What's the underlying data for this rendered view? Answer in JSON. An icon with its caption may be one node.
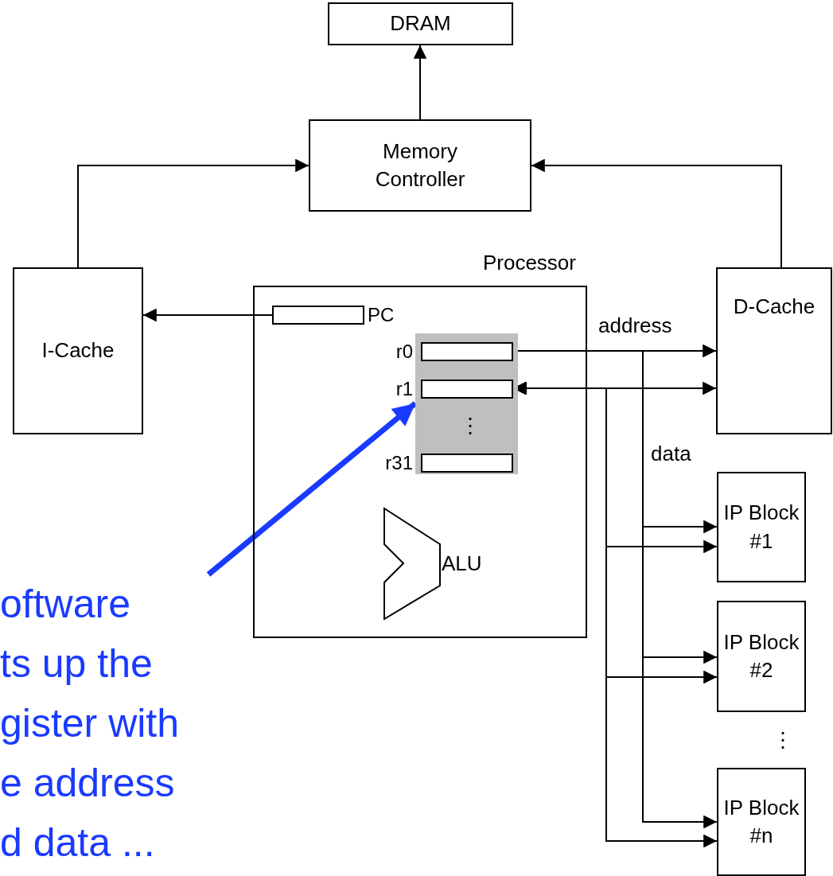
{
  "diagram": {
    "nodes": [
      {
        "text": [
          "DRAM"
        ]
      },
      {
        "text": [
          "Memory Controller"
        ]
      },
      {
        "text": [
          "I-Cache"
        ]
      },
      {
        "text": [
          "Processor"
        ]
      },
      {
        "text": [
          "PC"
        ],
        "in": 3
      },
      {
        "text": [],
        "shape": "box",
        "in": 3
      },
      {
        "text": [
          "r0"
        ],
        "in": 5
      },
      {
        "text": [
          "r1"
        ],
        "in": 5
      },
      {
        "text": [
          "r31"
        ],
        "in": 5
      },
      {
        "text": [
          "ALU"
        ],
        "in": 3
      },
      {
        "text": [
          "D-Cache"
        ]
      },
      {
        "text": [
          "IP Block #1"
        ]
      },
      {
        "text": [
          "IP Block #2"
        ]
      },
      {
        "text": [
          "IP Block #n"
        ]
      },
      {
        "text": [
          "oftware ts up the gister with e address d data ..."
        ]
      }
    ],
    "edges": [
      {
        "from": 1,
        "to": 0,
        "arrow": "to"
      },
      {
        "from": 2,
        "to": 1,
        "arrow": "to"
      },
      {
        "from": 10,
        "to": 1,
        "arrow": "to"
      },
      {
        "from": 4,
        "to": 2,
        "arrow": "to"
      },
      {
        "from": 6,
        "to": 10,
        "arrow": "to"
      },
      {
        "from": 6,
        "to": 11,
        "arrow": "to"
      },
      {
        "from": 6,
        "to": 12,
        "arrow": "to"
      },
      {
        "from": 6,
        "to": 13,
        "arrow": "to"
      },
      {
        "from": 7,
        "to": 10,
        "arrow": "both"
      },
      {
        "from": 7,
        "to": 11,
        "arrow": "both"
      },
      {
        "from": 7,
        "to": 12,
        "arrow": "both"
      },
      {
        "from": 7,
        "to": 13,
        "arrow": "both"
      },
      {
        "from": 14,
        "to": 5,
        "arrow": "to",
        "style": "thick",
        "color": "#1a3aff"
      }
    ],
    "labels": [
      "address",
      "⋮",
      "data",
      "⋮"
    ]
  }
}
